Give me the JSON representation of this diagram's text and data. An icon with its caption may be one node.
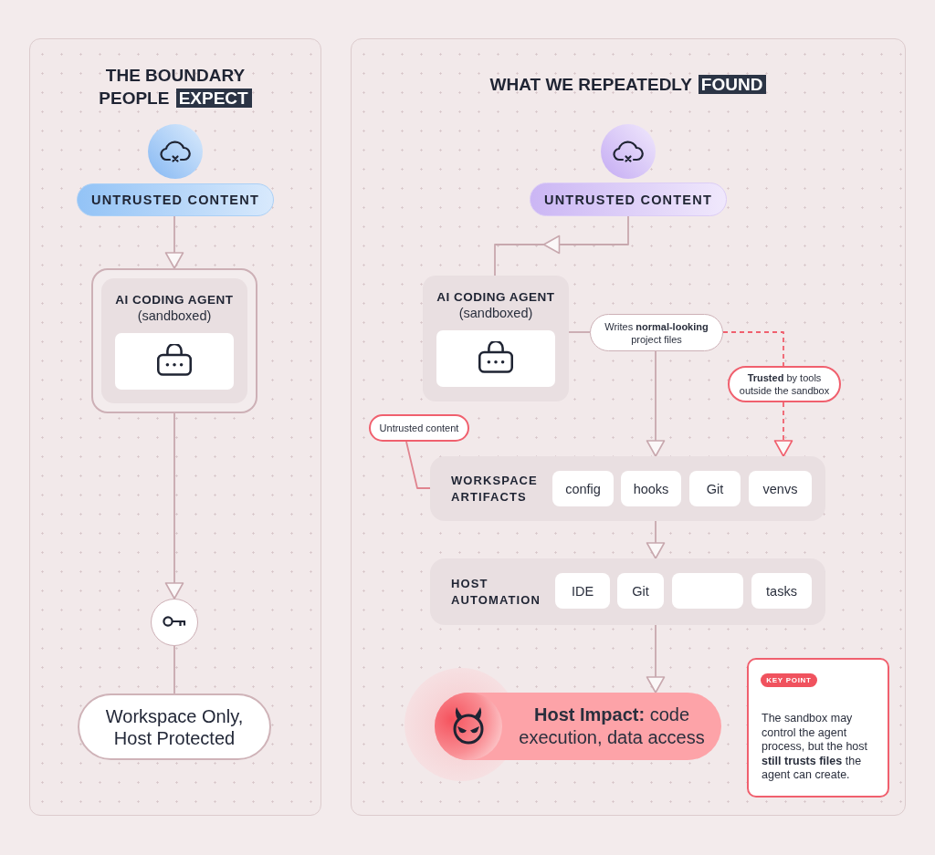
{
  "diagram": {
    "nodes": [
      {
        "text": [
          "THE BOUNDARY PEOPLE **EXPECT**"
        ]
      },
      {
        "text": [
          "UNTRUSTED CONTENT"
        ],
        "in": 0
      },
      {
        "text": [],
        "shape": "box",
        "in": 0
      },
      {
        "text": [
          "AI CODING AGENT",
          "(sandboxed)"
        ],
        "in": 2
      },
      {
        "text": [],
        "shape": "circle",
        "in": 0
      },
      {
        "text": [
          "Workspace Only, Host Protected"
        ],
        "in": 0
      },
      {
        "text": [
          "WHAT WE REPEATEDLY **FOUND**"
        ]
      },
      {
        "text": [
          "UNTRUSTED CONTENT"
        ],
        "in": 6
      },
      {
        "text": [
          "AI CODING AGENT",
          "(sandboxed)"
        ],
        "in": 6
      },
      {
        "text": [
          "Writes **normal-looking** project files"
        ],
        "in": 6
      },
      {
        "text": [
          "**Trusted** by tools outside the sandbox"
        ],
        "in": 6
      },
      {
        "text": [
          "Untrusted content"
        ],
        "in": 6
      },
      {
        "text": [
          "WORKSPACE ARTIFACTS"
        ],
        "in": 6
      },
      {
        "text": [
          "config"
        ],
        "in": 12
      },
      {
        "text": [
          "hooks"
        ],
        "in": 12
      },
      {
        "text": [
          "Git"
        ],
        "in": 12
      },
      {
        "text": [
          "venvs"
        ],
        "in": 12
      },
      {
        "text": [
          "HOST AUTOMATION"
        ],
        "in": 6
      },
      {
        "text": [
          "IDE"
        ],
        "in": 17
      },
      {
        "text": [
          "Git"
        ],
        "in": 17
      },
      {
        "text": [],
        "shape": "box",
        "in": 17
      },
      {
        "text": [
          "tasks"
        ],
        "in": 17
      },
      {
        "text": [
          "**Host Impact:** code execution, data access"
        ],
        "in": 6
      },
      {
        "text": [
          "The sandbox may control the agent process, but the host **still trusts files** the agent can create."
        ],
        "in": 6
      },
      {
        "text": [
          "KEY POINT"
        ],
        "in": 23
      }
    ],
    "edges": [
      {
        "from": 1,
        "to": 2,
        "arrow": "to"
      },
      {
        "from": 2,
        "to": 4,
        "arrow": "to"
      },
      {
        "from": 4,
        "to": 5,
        "arrow": "none"
      },
      {
        "from": 7,
        "to": 8,
        "arrow": "to"
      },
      {
        "from": 8,
        "to": 9,
        "arrow": "none"
      },
      {
        "from": 9,
        "to": 12,
        "arrow": "to"
      },
      {
        "from": 9,
        "to": 10,
        "arrow": "none",
        "style": "dashed",
        "color": "#f0606e"
      },
      {
        "from": 10,
        "to": 12,
        "arrow": "to",
        "style": "dashed",
        "color": "#f0606e"
      },
      {
        "from": 11,
        "to": 12,
        "arrow": "none",
        "color": "#e0848f"
      },
      {
        "from": 12,
        "to": 17,
        "arrow": "to"
      },
      {
        "from": 17,
        "to": 22,
        "arrow": "to"
      }
    ]
  }
}
